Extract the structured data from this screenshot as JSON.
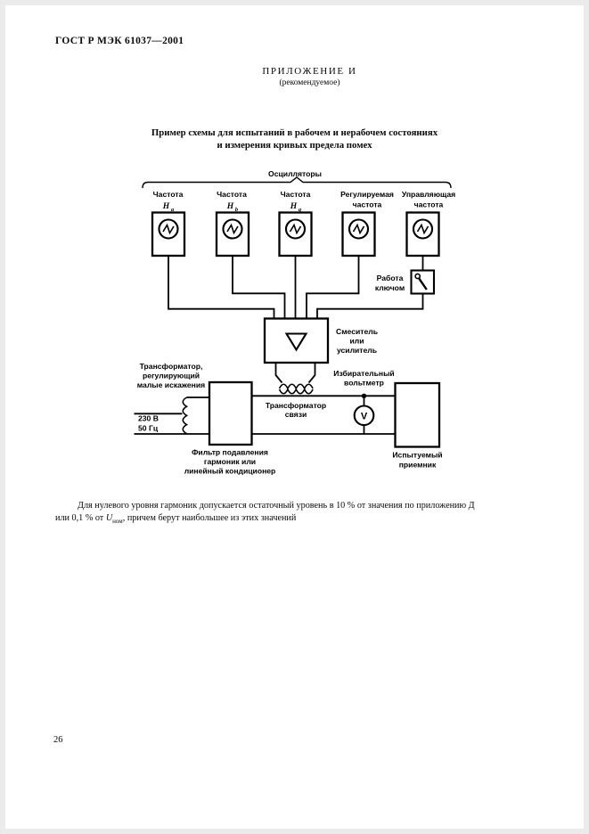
{
  "page": {
    "header": "ГОСТ Р МЭК 61037—2001",
    "appendix_title": "ПРИЛОЖЕНИЕ И",
    "appendix_subtitle": "(рекомендуемое)",
    "title_line1": "Пример схемы для испытаний в рабочем и нерабочем состояниях",
    "title_line2": "и измерения кривых предела помех",
    "page_number": "26"
  },
  "diagram": {
    "oscillators_group_label": "Осцилляторы",
    "oscillators": [
      {
        "label1": "Частота",
        "sym": "Н",
        "sub": "a"
      },
      {
        "label1": "Частота",
        "sym": "Н",
        "sub": "b"
      },
      {
        "label1": "Частота",
        "sym": "Н",
        "sub": "g"
      },
      {
        "label1": "Регулируемая",
        "label2": "частота"
      },
      {
        "label1": "Управляющая",
        "label2": "частота"
      }
    ],
    "key": {
      "label1": "Работа",
      "label2": "ключом"
    },
    "mixer": {
      "label1": "Смеситель",
      "label2": "или",
      "label3": "усилитель"
    },
    "coupling_transformer": {
      "label1": "Трансформатор",
      "label2": "связи"
    },
    "voltmeter": {
      "label1": "Избирательный",
      "label2": "вольтметр",
      "symbol": "V"
    },
    "left_transformer": {
      "label1": "Трансформатор,",
      "label2": "регулирующий",
      "label3": "малые искажения"
    },
    "supply": {
      "line1": "230 В",
      "line2": "50 Гц"
    },
    "filter": {
      "label1": "Фильтр подавления",
      "label2": "гармоник или",
      "label3": "линейный кондиционер"
    },
    "receiver": {
      "label1": "Испытуемый",
      "label2": "приемник"
    }
  },
  "note": {
    "line1": "Для нулевого уровня гармоник допускается остаточный уровень в 10 % от значения по приложению Д",
    "line2_pre": "или 0,1 % от ",
    "u_symbol": "U",
    "u_sub": "ном",
    "line2_post": ", причем берут наибольшее из этих значений"
  }
}
